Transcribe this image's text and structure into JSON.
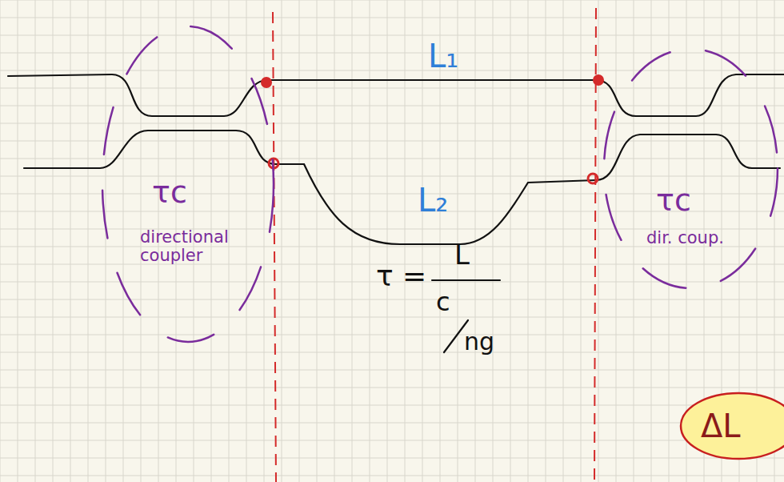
{
  "diagram": {
    "nodes": [
      {
        "text": [
          "τc",
          "directional coupler"
        ]
      },
      {
        "text": [
          "τc",
          "dir. coup."
        ]
      },
      {
        "text": [
          "ΔL"
        ]
      }
    ],
    "labels": [
      "L₁",
      "L₂",
      "τ =",
      "L",
      "c",
      "ng"
    ]
  }
}
